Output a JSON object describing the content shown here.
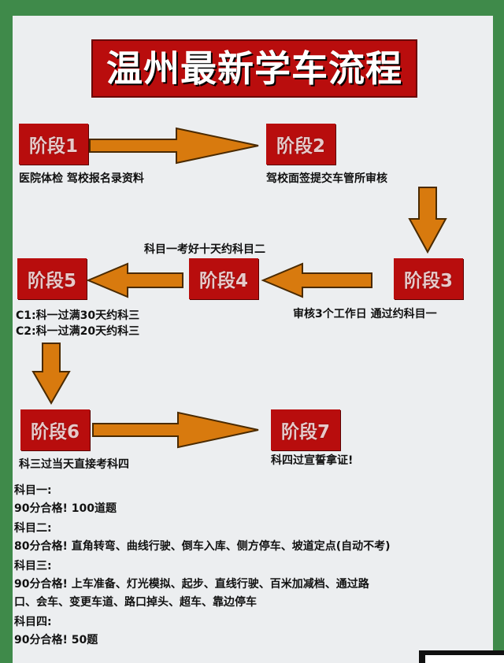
{
  "title": "温州最新学车流程",
  "stages": [
    "阶段1",
    "阶段2",
    "阶段3",
    "阶段4",
    "阶段5",
    "阶段6",
    "阶段7"
  ],
  "captions": {
    "s1": "医院体检 驾校报名录资料",
    "s2": "驾校面签提交车管所审核",
    "s3": "审核3个工作日 通过约科目一",
    "s4": "科目一考好十天约科目二",
    "s5_line1": "C1:科一过满30天约科三",
    "s5_line2": "C2:科一过满20天约科三",
    "s6": "科三过当天直接考科四",
    "s7": "科四过宣誓拿证!"
  },
  "subjects": [
    {
      "heading": "科目一:",
      "lines": [
        "90分合格! 100道题"
      ]
    },
    {
      "heading": "科目二:",
      "lines": [
        "80分合格! 直角转弯、曲线行驶、倒车入库、侧方停车、坡道定点(自动不考)"
      ]
    },
    {
      "heading": "科目三:",
      "lines": [
        "90分合格! 上车准备、灯光模拟、起步、直线行驶、百米加减档、通过路",
        "口、会车、变更车道、路口掉头、超车、靠边停车"
      ]
    },
    {
      "heading": "科目四:",
      "lines": [
        "90分合格! 50题"
      ]
    }
  ],
  "colors": {
    "stage_red": "#b80d0d",
    "arrow_orange": "#d87a0e",
    "frame_green": "#3f8a4a"
  }
}
